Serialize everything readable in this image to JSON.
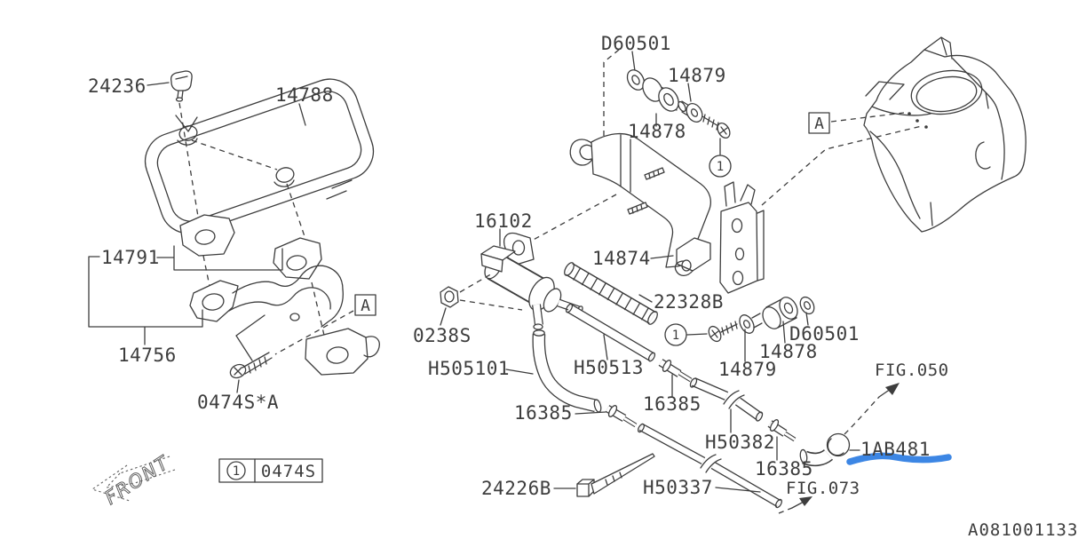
{
  "labels": {
    "p24236": "24236",
    "p14788": "14788",
    "p14791": "14791",
    "p14756": "14756",
    "p0474sa": "0474S*A",
    "d60501_top": "D60501",
    "p14879_top": "14879",
    "p14878_top": "14878",
    "p16102": "16102",
    "p14874": "14874",
    "p22328b": "22328B",
    "p0238s": "0238S",
    "h505101": "H505101",
    "h50513": "H50513",
    "p14879_mid": "14879",
    "p14878_mid": "14878",
    "d60501_mid": "D60501",
    "p16385_left": "16385",
    "p16385_mid": "16385",
    "p16385_right": "16385",
    "h50382": "H50382",
    "h50337": "H50337",
    "p24226b": "24226B",
    "p1ab481": "1AB481"
  },
  "refs": {
    "fig050": "FIG.050",
    "fig073": "FIG.073"
  },
  "markers": {
    "section_a": "A",
    "callout_1": "1"
  },
  "legend": {
    "index": "1",
    "part": "0474S"
  },
  "front_label": "FRONT",
  "drawing_code": "A081001133",
  "colors": {
    "line": "#3d3d3d",
    "highlight": "#2b7ce2"
  }
}
